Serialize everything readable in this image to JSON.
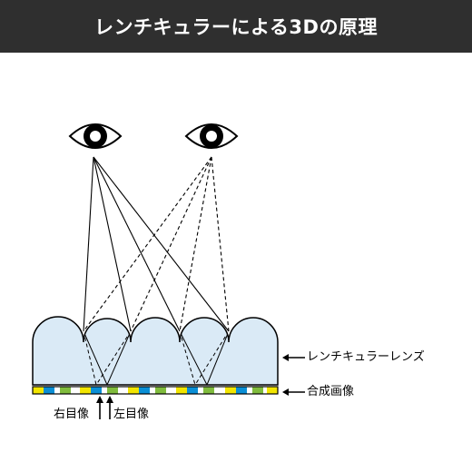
{
  "header": {
    "title": "レンチキュラーによる3Dの原理"
  },
  "labels": {
    "lens": "レンチキュラーレンズ",
    "composite_image": "合成画像",
    "right_eye_image": "右目像",
    "left_eye_image": "左目像"
  },
  "icons": {
    "left_eye": "eye-icon",
    "right_eye": "eye-icon",
    "arrow_left": "arrow-left-icon",
    "arrow_up": "arrow-up-icon"
  },
  "colors": {
    "header_bg": "#2f2f2f",
    "lens_fill": "#daeaf6",
    "stripe_yellow": "#f2e500",
    "stripe_green": "#80bc3d",
    "stripe_blue": "#0a8fd6",
    "stripe_white": "#ffffff"
  }
}
